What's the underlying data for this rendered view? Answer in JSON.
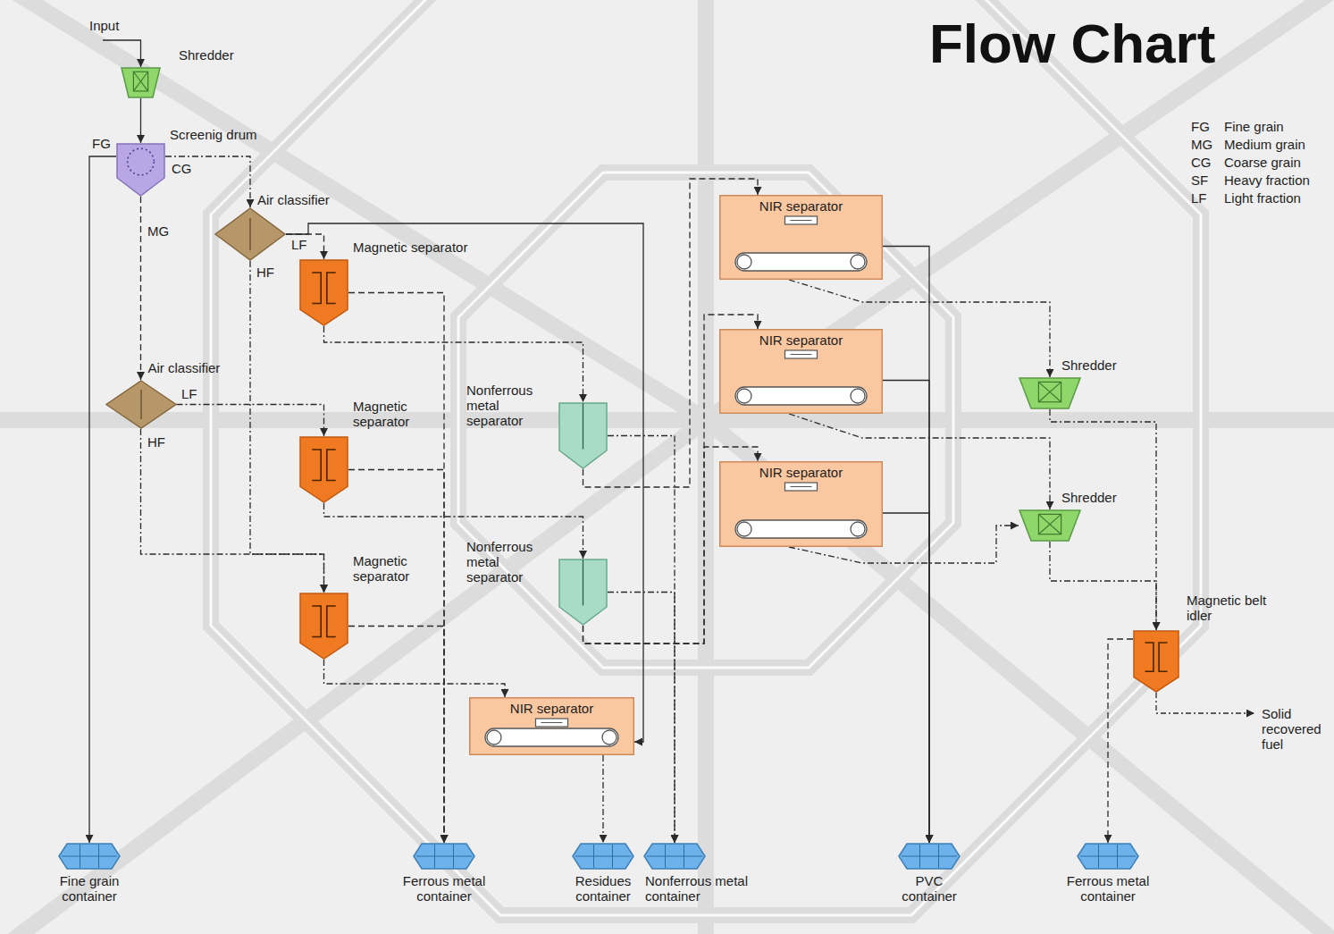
{
  "diagram": {
    "title": "Flow Chart",
    "nodes": [
      {
        "text": [
          "Shredder"
        ]
      },
      {
        "text": [
          "Screenig drum"
        ]
      },
      {
        "text": [
          "Air classifier"
        ]
      },
      {
        "text": [
          "Air classifier"
        ]
      },
      {
        "text": [
          "Magnetic separator"
        ]
      },
      {
        "text": [
          "Magnetic separator"
        ]
      },
      {
        "text": [
          "Magnetic separator"
        ]
      },
      {
        "text": [
          "Nonferrous metal separator"
        ]
      },
      {
        "text": [
          "Nonferrous metal separator"
        ]
      },
      {
        "text": [
          "NIR separator"
        ]
      },
      {
        "text": [
          "NIR separator"
        ]
      },
      {
        "text": [
          "NIR separator"
        ]
      },
      {
        "text": [
          "NIR separator"
        ]
      },
      {
        "text": [
          "Shredder"
        ]
      },
      {
        "text": [
          "Shredder"
        ]
      },
      {
        "text": [
          "Magnetic belt idler"
        ]
      },
      {
        "text": [
          "Fine grain container"
        ]
      },
      {
        "text": [
          "Ferrous metal container"
        ]
      },
      {
        "text": [
          "Residues container"
        ]
      },
      {
        "text": [
          "Nonferrous metal container"
        ]
      },
      {
        "text": [
          "PVC container"
        ]
      },
      {
        "text": [
          "Ferrous metal container"
        ]
      }
    ],
    "edges": [
      {
        "from": 0,
        "to": 1,
        "arrow": "to"
      },
      {
        "from": 1,
        "to": 16,
        "label": "FG",
        "arrow": "to"
      },
      {
        "from": 1,
        "to": 2,
        "label": "CG",
        "arrow": "to"
      },
      {
        "from": 1,
        "to": 3,
        "label": "MG",
        "arrow": "to"
      },
      {
        "from": 2,
        "to": 4,
        "label": "LF",
        "arrow": "to"
      },
      {
        "from": 2,
        "to": 6,
        "label": "HF",
        "arrow": "to"
      },
      {
        "from": 3,
        "to": 5,
        "label": "LF",
        "arrow": "to"
      },
      {
        "from": 3,
        "to": 6,
        "label": "HF",
        "arrow": "to"
      },
      {
        "from": 4,
        "to": 17,
        "arrow": "to"
      },
      {
        "from": 5,
        "to": 17,
        "arrow": "to"
      },
      {
        "from": 6,
        "to": 17,
        "arrow": "to"
      },
      {
        "from": 4,
        "to": 7,
        "arrow": "to"
      },
      {
        "from": 5,
        "to": 8,
        "arrow": "to"
      },
      {
        "from": 6,
        "to": 9,
        "arrow": "to"
      },
      {
        "from": 7,
        "to": 19,
        "arrow": "to"
      },
      {
        "from": 8,
        "to": 19,
        "arrow": "to"
      },
      {
        "from": 7,
        "to": 10,
        "arrow": "to"
      },
      {
        "from": 8,
        "to": 11,
        "arrow": "to"
      },
      {
        "from": 8,
        "to": 12,
        "arrow": "to"
      },
      {
        "from": 9,
        "to": 18,
        "arrow": "to"
      },
      {
        "from": 2,
        "to": 9,
        "arrow": "to"
      },
      {
        "from": 10,
        "to": 20,
        "arrow": "to"
      },
      {
        "from": 11,
        "to": 20,
        "arrow": "to"
      },
      {
        "from": 12,
        "to": 20,
        "arrow": "to"
      },
      {
        "from": 10,
        "to": 13,
        "arrow": "to"
      },
      {
        "from": 11,
        "to": 14,
        "arrow": "to"
      },
      {
        "from": 12,
        "to": 14,
        "arrow": "to"
      },
      {
        "from": 13,
        "to": 15,
        "arrow": "to"
      },
      {
        "from": 14,
        "to": 15,
        "arrow": "to"
      },
      {
        "from": 15,
        "to": 21,
        "arrow": "to"
      }
    ],
    "labels": [
      "Input",
      "FG",
      "Fine grain",
      "MG",
      "Medium grain",
      "CG",
      "Coarse grain",
      "SF",
      "Heavy fraction",
      "LF",
      "Light fraction",
      "Solid recovered fuel"
    ]
  }
}
